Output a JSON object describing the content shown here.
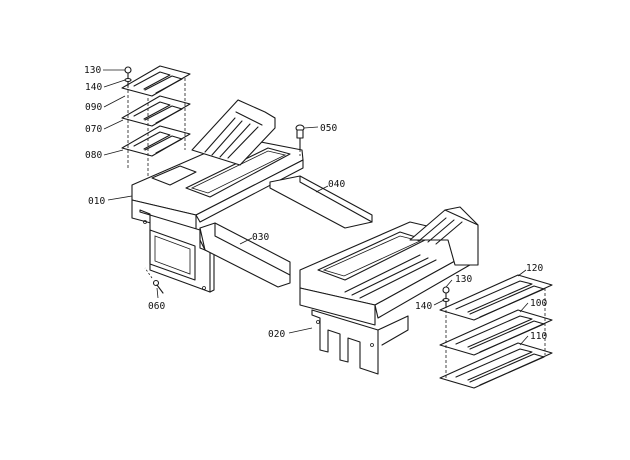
{
  "labels": {
    "p010": "010",
    "p020": "020",
    "p030": "030",
    "p040": "040",
    "p050": "050",
    "p060": "060",
    "p070": "070",
    "p080": "080",
    "p090": "090",
    "p100": "100",
    "p110": "110",
    "p120": "120",
    "p130a": "130",
    "p130b": "130",
    "p140a": "140",
    "p140b": "140"
  }
}
